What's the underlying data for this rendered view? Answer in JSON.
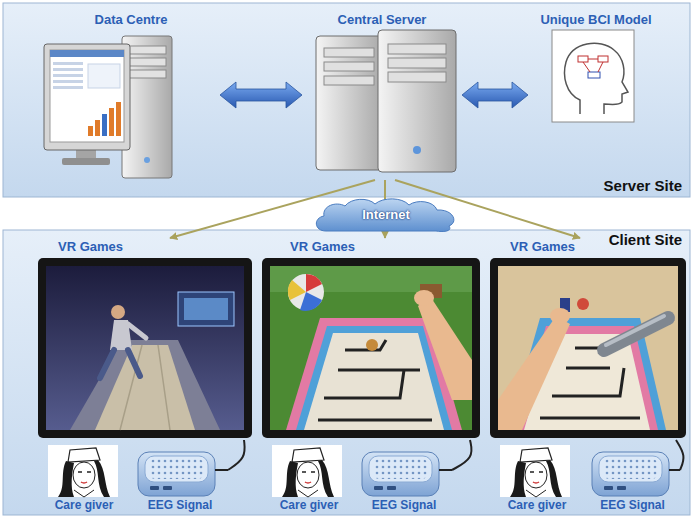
{
  "diagram": {
    "nodes": [
      {
        "text": [
          "Server Site"
        ]
      },
      {
        "text": [
          "Data Centre"
        ],
        "in": 0
      },
      {
        "text": [
          "Central Server"
        ],
        "in": 0
      },
      {
        "text": [
          "Unique BCI Model"
        ],
        "in": 0
      },
      {
        "text": [
          "Internet"
        ]
      },
      {
        "text": [
          "Client Site"
        ]
      },
      {
        "text": [
          "VR Games"
        ],
        "in": 5
      },
      {
        "text": [
          "VR Games"
        ],
        "in": 5
      },
      {
        "text": [
          "VR Games"
        ],
        "in": 5
      },
      {
        "text": [
          "Care giver"
        ],
        "in": 5
      },
      {
        "text": [
          "EEG Signal"
        ],
        "in": 5
      },
      {
        "text": [
          "Care giver"
        ],
        "in": 5
      },
      {
        "text": [
          "EEG Signal"
        ],
        "in": 5
      },
      {
        "text": [
          "Care giver"
        ],
        "in": 5
      },
      {
        "text": [
          "EEG Signal"
        ],
        "in": 5
      }
    ],
    "edges": [
      {
        "from": 1,
        "to": 2,
        "arrow": "both"
      },
      {
        "from": 2,
        "to": 3,
        "arrow": "both"
      },
      {
        "from": 2,
        "to": 6,
        "arrow": "to"
      },
      {
        "from": 2,
        "to": 7,
        "arrow": "to"
      },
      {
        "from": 2,
        "to": 8,
        "arrow": "to"
      },
      {
        "from": 10,
        "to": 6,
        "arrow": "none"
      },
      {
        "from": 12,
        "to": 7,
        "arrow": "none"
      },
      {
        "from": 14,
        "to": 8,
        "arrow": "none"
      }
    ]
  }
}
